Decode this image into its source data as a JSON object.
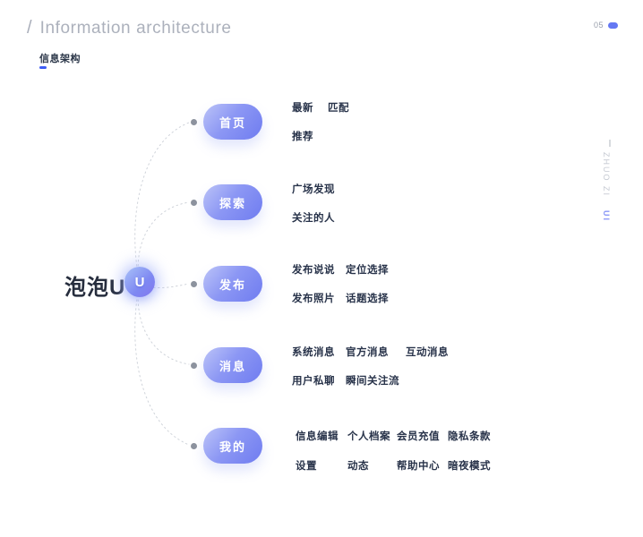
{
  "header": {
    "slash": "/",
    "title_en": "Information architecture",
    "title_zh": "信息架构",
    "page_number": "05"
  },
  "side_label": {
    "text": "ZHUO ZI",
    "accent": "UI"
  },
  "colors": {
    "accent_blue": "#3d5cf5",
    "pill_gradient_start": "#bcc4f8",
    "pill_gradient_end": "#6f7cf0",
    "leaf_text": "#28334a",
    "muted_gray": "#acb1bc",
    "connector_gray": "#cfd3da"
  },
  "tree": {
    "root": {
      "label": "泡泡U",
      "icon_letter": "U"
    },
    "branches": [
      {
        "label": "首页",
        "children": [
          "最新",
          "匹配",
          "推荐"
        ]
      },
      {
        "label": "探索",
        "children": [
          "广场发现",
          "关注的人"
        ]
      },
      {
        "label": "发布",
        "children": [
          "发布说说",
          "定位选择",
          "发布照片",
          "话题选择"
        ]
      },
      {
        "label": "消息",
        "children": [
          "系统消息",
          "官方消息",
          "互动消息",
          "用户私聊",
          "瞬间关注流"
        ]
      },
      {
        "label": "我的",
        "children": [
          "信息编辑",
          "个人档案",
          "会员充值",
          "隐私条款",
          "设置",
          "动态",
          "帮助中心",
          "暗夜模式"
        ]
      }
    ]
  }
}
